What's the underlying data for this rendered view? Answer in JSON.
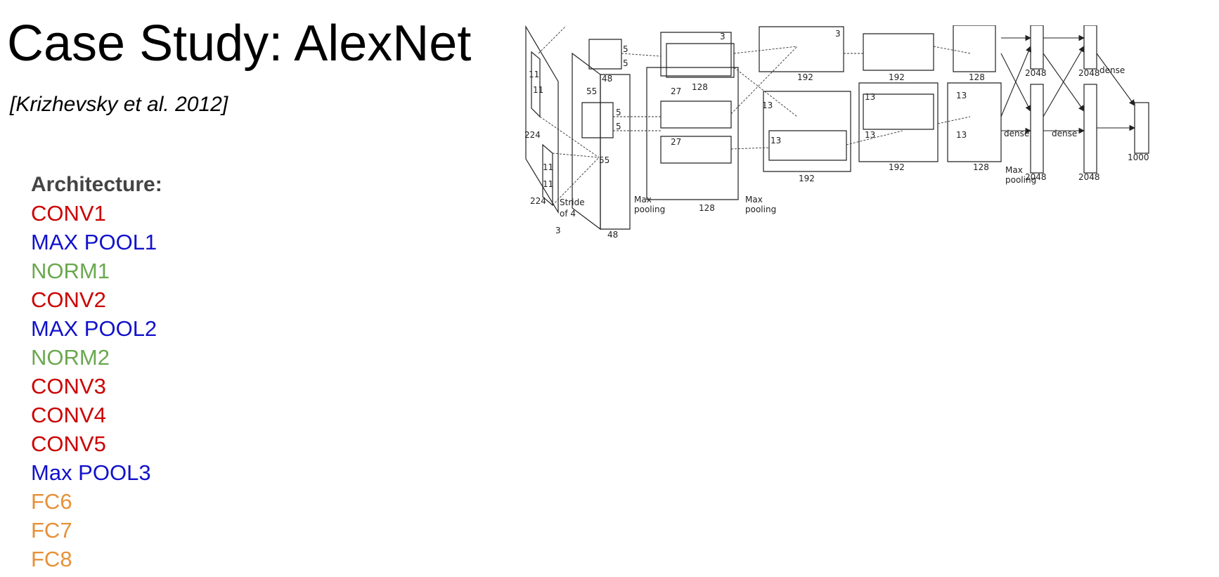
{
  "slide": {
    "title": "Case Study: AlexNet",
    "citation": "[Krizhevsky et al. 2012]"
  },
  "architecture": {
    "heading": "Architecture:",
    "layers": [
      {
        "label": "CONV1",
        "kind": "conv"
      },
      {
        "label": "MAX POOL1",
        "kind": "pool"
      },
      {
        "label": "NORM1",
        "kind": "norm"
      },
      {
        "label": "CONV2",
        "kind": "conv"
      },
      {
        "label": "MAX POOL2",
        "kind": "pool"
      },
      {
        "label": "NORM2",
        "kind": "norm"
      },
      {
        "label": "CONV3",
        "kind": "conv"
      },
      {
        "label": "CONV4",
        "kind": "conv"
      },
      {
        "label": "CONV5",
        "kind": "conv"
      },
      {
        "label": "Max POOL3",
        "kind": "pool"
      },
      {
        "label": "FC6",
        "kind": "fc"
      },
      {
        "label": "FC7",
        "kind": "fc"
      },
      {
        "label": "FC8",
        "kind": "fc"
      }
    ],
    "colors": {
      "conv": "#cc0000",
      "pool": "#1111cc",
      "norm": "#6aa84f",
      "fc": "#e69138",
      "heading": "#444444"
    }
  },
  "diagram": {
    "input": {
      "size_a": "224",
      "size_b": "224",
      "channels": "3",
      "kernel_a": "11",
      "kernel_b": "11",
      "kernel_c": "11",
      "kernel_d": "11",
      "stride": "Stride\nof 4"
    },
    "conv1": {
      "spatial": "55",
      "spatial_b": "55",
      "depth": "48",
      "depth_top": "48",
      "k1": "5",
      "k2": "5",
      "k3": "5",
      "k4": "5"
    },
    "pool1_label": "Max\npooling",
    "conv2": {
      "spatial_a": "27",
      "spatial_b": "27",
      "depth_top": "128",
      "depth_bot": "128",
      "k": "3"
    },
    "pool2_label": "Max\npooling",
    "conv3": {
      "spatial_a": "13",
      "spatial_b": "13",
      "depth_top": "192",
      "depth_bot": "192",
      "k": "3"
    },
    "conv4": {
      "spatial_a": "13",
      "spatial_b": "13",
      "depth_top": "192",
      "depth_bot": "192"
    },
    "conv5": {
      "spatial_a": "13",
      "spatial_b": "13",
      "depth_top": "128",
      "depth_bot": "128"
    },
    "pool3_label": "Max\npooling",
    "fc6": {
      "top": "2048",
      "bot": "2048",
      "label": "dense"
    },
    "fc7": {
      "top": "2048",
      "bot": "2048",
      "label": "dense"
    },
    "fc8": {
      "out": "1000",
      "label": "dense"
    }
  }
}
